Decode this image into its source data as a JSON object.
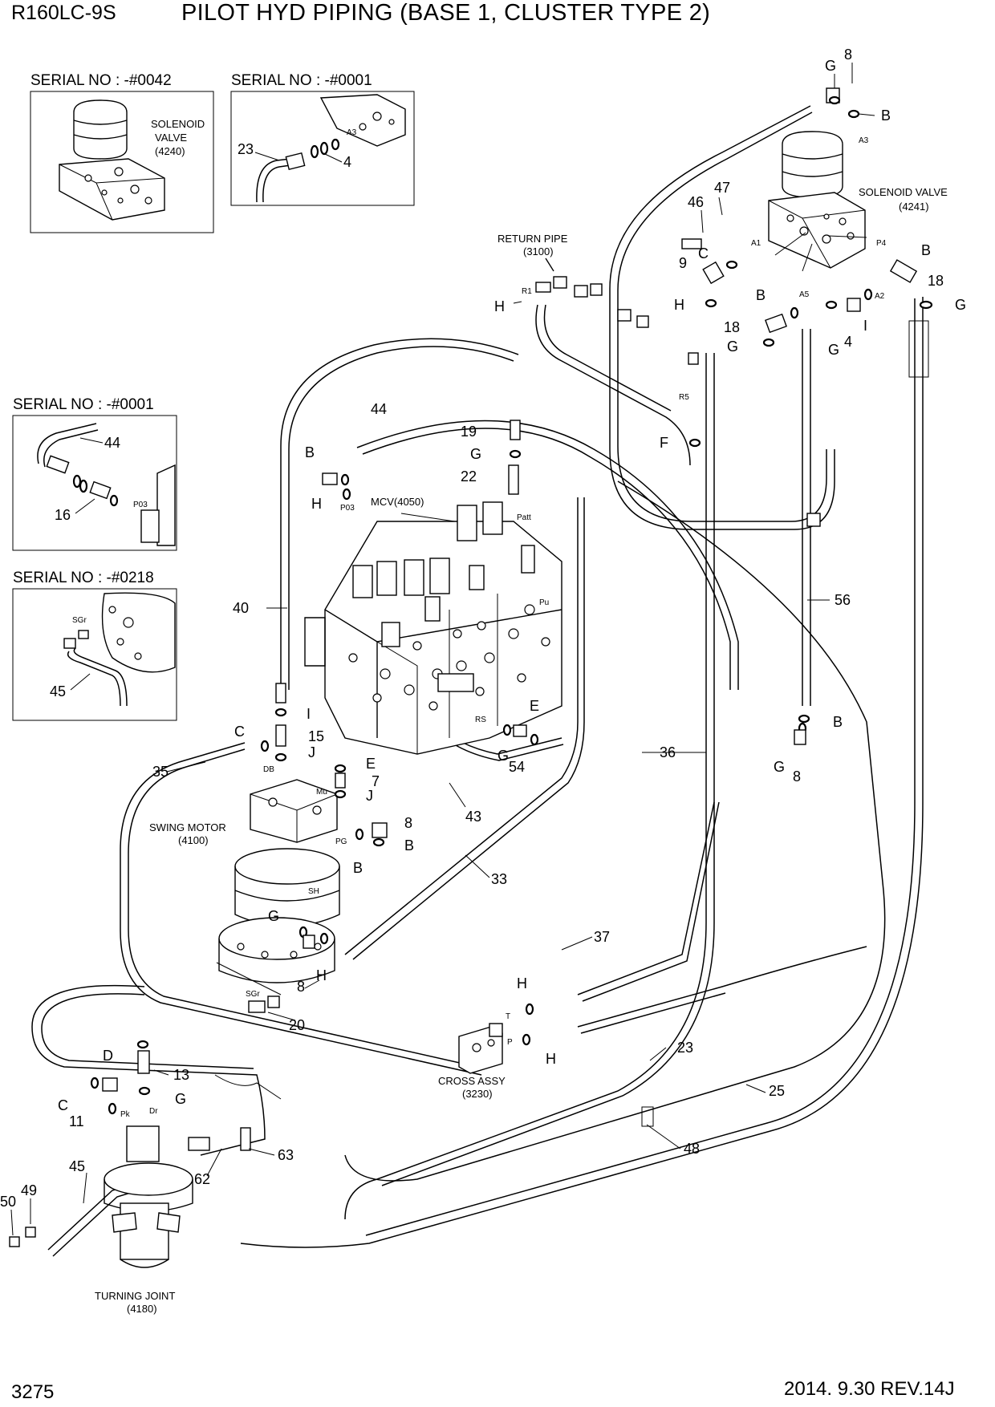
{
  "header": {
    "model": "R160LC-9S",
    "title": "PILOT HYD PIPING (BASE 1, CLUSTER TYPE 2)"
  },
  "footer": {
    "page_number": "3275",
    "revision": "2014. 9.30  REV.14J"
  },
  "insets": {
    "serial_0042": {
      "serial": "SERIAL NO : -#0042",
      "caption_line1": "SOLENOID",
      "caption_line2": "VALVE",
      "caption_code": "(4240)"
    },
    "serial_0001_top": {
      "serial": "SERIAL NO : -#0001",
      "port": "A3",
      "callouts": [
        "23",
        "4"
      ]
    },
    "serial_0001_left": {
      "serial": "SERIAL NO : -#0001",
      "port": "P03",
      "callouts": [
        "44",
        "16"
      ]
    },
    "serial_0218": {
      "serial": "SERIAL NO : -#0218",
      "port": "SGr",
      "callouts": [
        "45"
      ]
    }
  },
  "assemblies": {
    "solenoid_valve": {
      "name": "SOLENOID VALVE",
      "code": "(4241)"
    },
    "return_pipe": {
      "name": "RETURN PIPE",
      "code": "(3100)"
    },
    "mcv": {
      "name": "MCV(4050)"
    },
    "swing_motor": {
      "name": "SWING MOTOR",
      "code": "(4100)"
    },
    "cross_assy": {
      "name": "CROSS ASSY",
      "code": "(3230)"
    },
    "turning_joint": {
      "name": "TURNING JOINT",
      "code": "(4180)"
    }
  },
  "ports": [
    "A3",
    "A1",
    "P4",
    "A5",
    "A2",
    "R1",
    "R5",
    "P03",
    "Patt",
    "Pu",
    "RS",
    "DB",
    "Mu",
    "PG",
    "SH",
    "SGr",
    "Pk",
    "Dr",
    "T",
    "P"
  ],
  "callouts": {
    "numbers": [
      "8",
      "46",
      "47",
      "9",
      "18",
      "4",
      "18",
      "19",
      "22",
      "44",
      "40",
      "56",
      "15",
      "7",
      "54",
      "36",
      "8",
      "35",
      "43",
      "8",
      "33",
      "8",
      "37",
      "20",
      "13",
      "11",
      "23",
      "25",
      "45",
      "49",
      "50",
      "62",
      "63",
      "48"
    ],
    "letters": [
      "G",
      "B",
      "C",
      "B",
      "B",
      "G",
      "H",
      "H",
      "G",
      "G",
      "I",
      "F",
      "G",
      "B",
      "H",
      "I",
      "C",
      "J",
      "E",
      "J",
      "E",
      "G",
      "B",
      "G",
      "B",
      "B",
      "G",
      "H",
      "H",
      "H",
      "D",
      "G",
      "C"
    ]
  }
}
